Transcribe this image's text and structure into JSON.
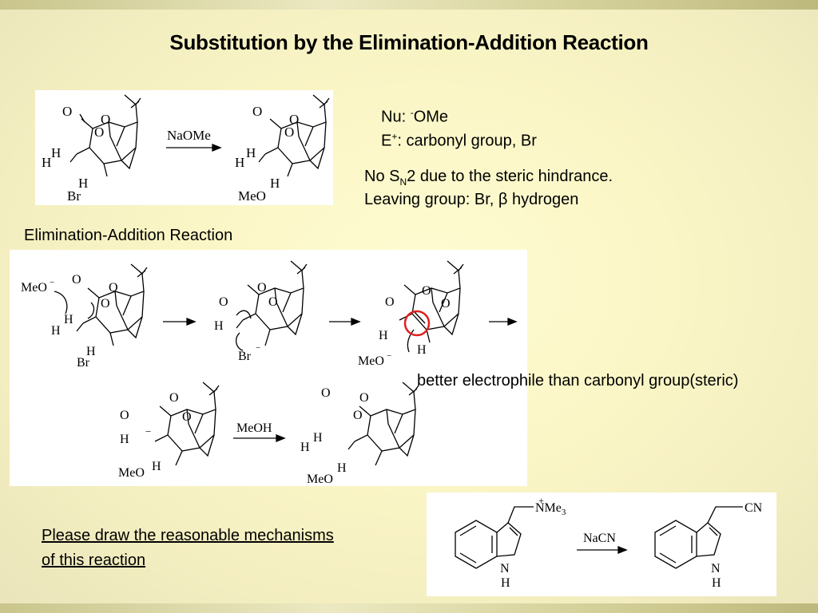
{
  "title": "Substitution by the Elimination-Addition Reaction",
  "right_notes": {
    "nu_prefix": "Nu: ",
    "nu_charge": "-",
    "nu_value": "OMe",
    "e_prefix": "E",
    "e_charge": "+",
    "e_value": ": carbonyl group, Br",
    "no_prefix": "No S",
    "no_sub": "N",
    "no_rest": "2 due to the steric hindrance.",
    "leaving": "Leaving group: Br, β hydrogen"
  },
  "section_label": "Elimination-Addition Reaction",
  "electrophile_note": "better electrophile than carbonyl group(steric)",
  "question": {
    "line1": "Please draw the reasonable mechanisms",
    "line2": "of this reaction"
  },
  "scheme_top": {
    "reagent": "NaOMe",
    "start": {
      "o_carbonyl": "O",
      "o_ring": "O",
      "o_bridge": "O",
      "h1": "H",
      "h2": "H",
      "h3": "H",
      "sub": "Br"
    },
    "product": {
      "o_carbonyl": "O",
      "o_ring": "O",
      "o_bridge": "O",
      "h1": "H",
      "h2": "H",
      "h3": "H",
      "sub": "MeO"
    }
  },
  "mechanism": {
    "nucleophile": "MeO",
    "nucleophile_charge": "−",
    "step1": {
      "o_carbonyl": "O",
      "o_ring": "O",
      "o_bridge": "O",
      "h1": "H",
      "h2": "H",
      "h3": "H",
      "sub": "Br"
    },
    "step2": {
      "o_carbonyl": "O",
      "o_ring": "O",
      "o_bridge": "O",
      "h1": "H",
      "sub": "Br",
      "charge": "−"
    },
    "step3": {
      "o_carbonyl": "O",
      "o_ring": "O",
      "o_bridge": "O",
      "h1": "H",
      "h2": "H",
      "nucleophile": "MeO",
      "nucleophile_charge": "−"
    },
    "step4": {
      "o_carbonyl": "O",
      "o_ring": "O",
      "o_bridge": "O",
      "h1": "H",
      "h2": "H",
      "sub": "MeO",
      "charge": "−"
    },
    "reagent": "MeOH",
    "step5": {
      "o_carbonyl": "O",
      "o_ring": "O",
      "o_bridge": "O",
      "h1": "H",
      "h2": "H",
      "h3": "H",
      "sub": "MeO"
    },
    "highlight_color": "#e02020"
  },
  "indole_scheme": {
    "reagent": "NaCN",
    "start_group_charge": "+",
    "start_group": "NMe",
    "start_group_sub": "3",
    "start_n": "N",
    "start_h": "H",
    "product_group": "CN",
    "product_n": "N",
    "product_h": "H"
  }
}
